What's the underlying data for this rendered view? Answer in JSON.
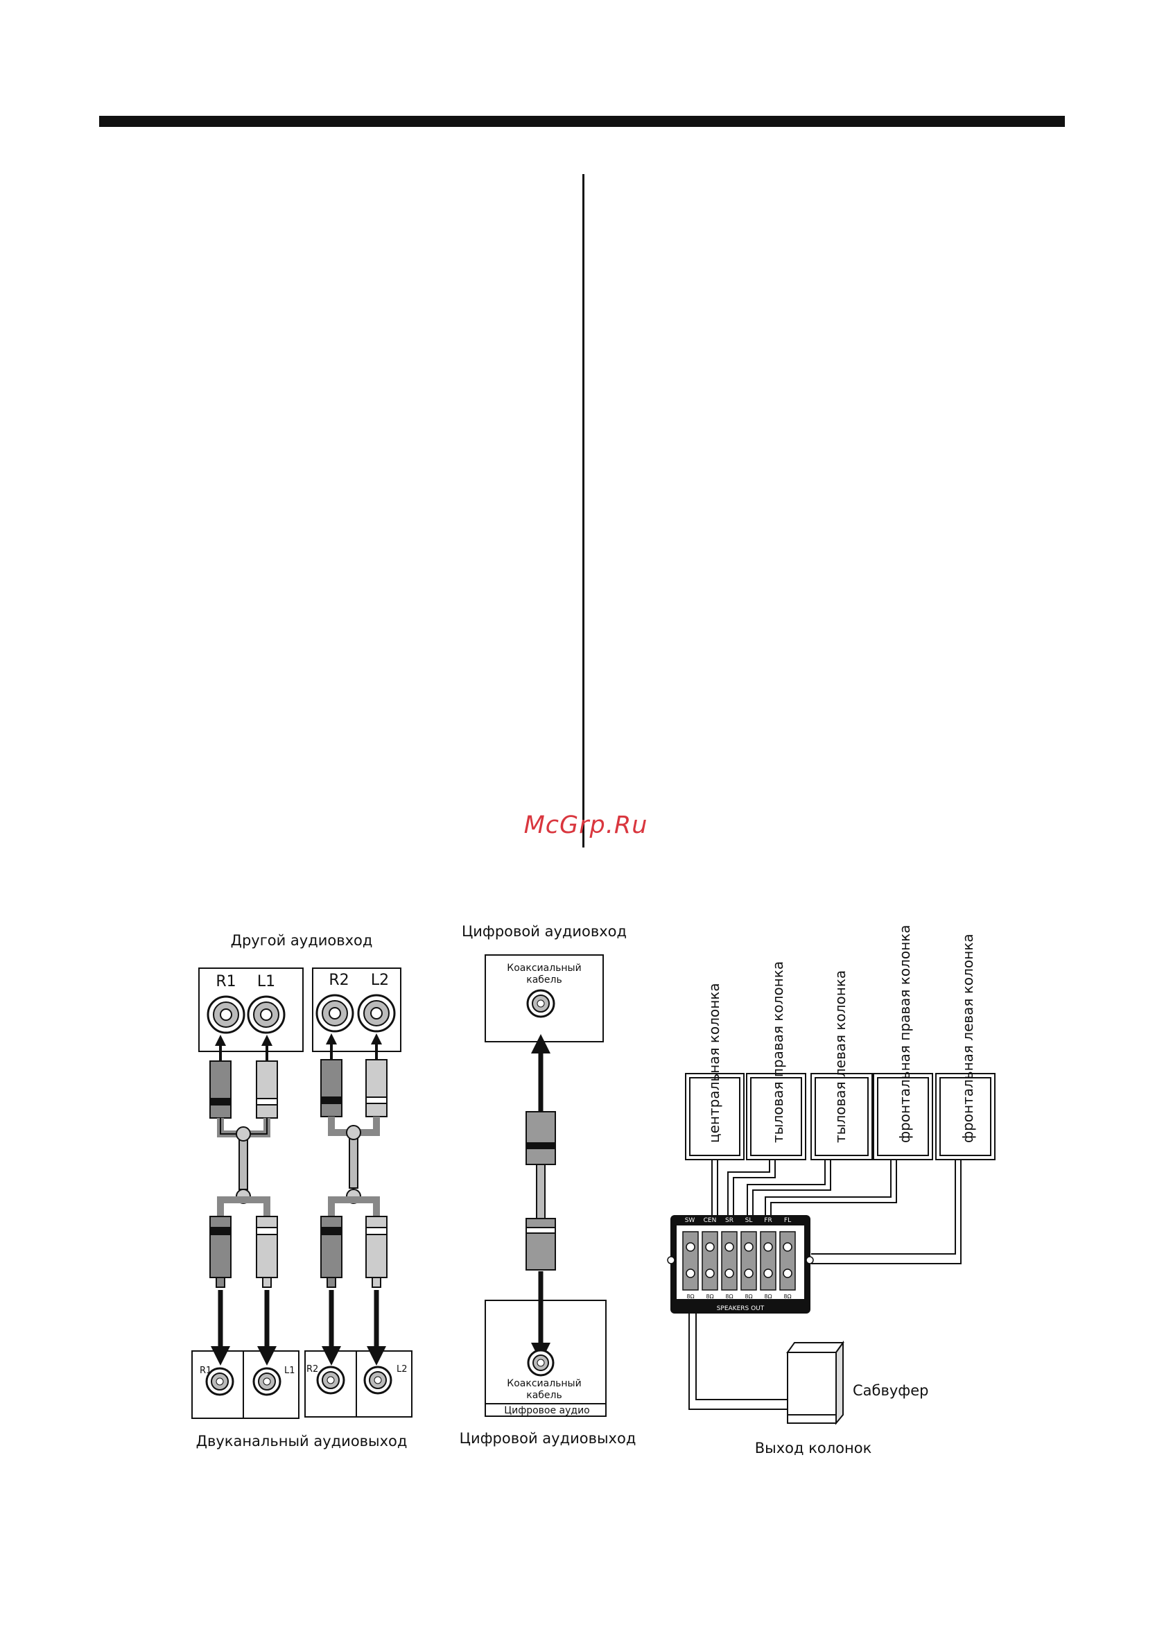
{
  "watermark": "McGrp.Ru",
  "panel_analog": {
    "title_top": "Другой аудиовход",
    "title_bottom": "Двуканальный аудиовыход",
    "jack_r1": "R1",
    "jack_l1": "L1",
    "jack_r2": "R2",
    "jack_l2": "L2",
    "out_r1": "R1",
    "out_l1": "L1",
    "out_r2": "R2",
    "out_l2": "L2"
  },
  "panel_digital": {
    "title_top": "Цифровой аудиовход",
    "title_bottom": "Цифровой аудиовыход",
    "coax_top": [
      "Коаксиальный",
      "кабель"
    ],
    "coax_bottom": [
      "Коаксиальный",
      "кабель"
    ],
    "digital_audio": "Цифровое аудио"
  },
  "panel_speakers": {
    "speakers": [
      "центральная колонка",
      "тыловая правая колонка",
      "тыловая левая колонка",
      "фронтальная правая колонка",
      "фронтальная левая колонка"
    ],
    "terminal_labels": [
      "SW",
      "CEN",
      "SR",
      "SL",
      "FR",
      "FL"
    ],
    "ohm_labels": [
      "8Ω",
      "8Ω",
      "8Ω",
      "8Ω",
      "8Ω",
      "8Ω"
    ],
    "speakers_out": "SPEAKERS   OUT",
    "subwoofer": "Сабвуфер",
    "speaker_output": "Выход колонок"
  }
}
